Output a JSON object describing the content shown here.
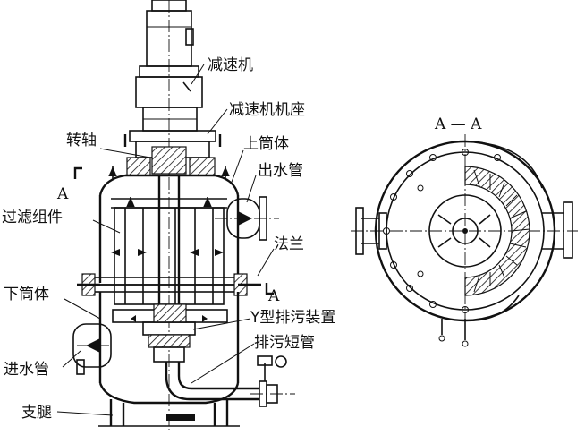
{
  "labels": {
    "reducer": "减速机",
    "reducer_seat": "减速机机座",
    "shaft": "转轴",
    "upper_shell": "上筒体",
    "outlet_pipe": "出水管",
    "filter_assembly": "过滤组件",
    "flange": "法兰",
    "lower_shell": "下筒体",
    "y_drain": "Y型排污装置",
    "drain_short_pipe": "排污短管",
    "inlet_pipe": "进水管",
    "support_leg": "支腿"
  },
  "section": {
    "title": "A — A",
    "mark_upper": "A",
    "mark_lower": "A"
  }
}
